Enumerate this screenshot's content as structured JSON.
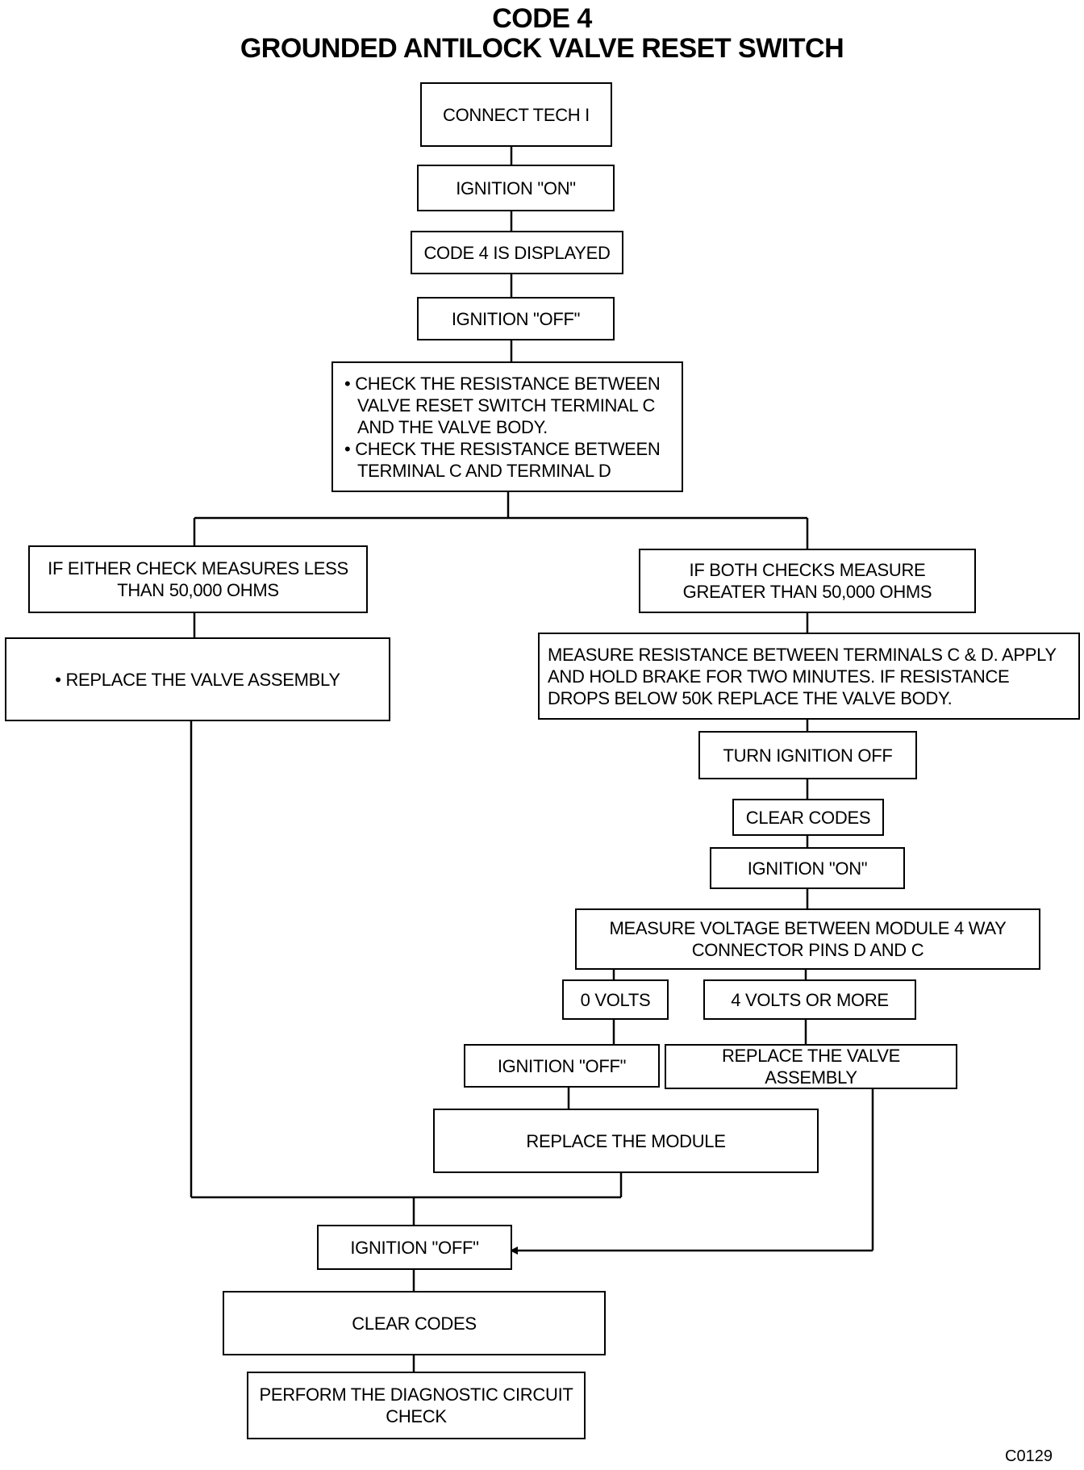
{
  "title": {
    "line1": "CODE 4",
    "line2": "GROUNDED ANTILOCK VALVE RESET SWITCH"
  },
  "steps": {
    "connect": "CONNECT TECH I",
    "ign_on_1": "IGNITION \"ON\"",
    "code_displayed": "CODE 4 IS DISPLAYED",
    "ign_off_1": "IGNITION \"OFF\"",
    "check_bullet_1": "• CHECK THE RESISTANCE BETWEEN VALVE RESET SWITCH TERMINAL C AND THE VALVE BODY.",
    "check_bullet_2": "• CHECK THE RESISTANCE BETWEEN TERMINAL C AND TERMINAL D",
    "either_less": "IF EITHER CHECK MEASURES LESS THAN 50,000 OHMS",
    "replace_valve_left": "• REPLACE THE VALVE ASSEMBLY",
    "both_greater": "IF BOTH CHECKS MEASURE GREATER THAN 50,000 OHMS",
    "measure_resistance": "MEASURE RESISTANCE BETWEEN TERMINALS C & D. APPLY AND HOLD BRAKE FOR TWO MINUTES. IF RESISTANCE DROPS BELOW 50K REPLACE THE VALVE BODY.",
    "turn_ign_off": "TURN IGNITION OFF",
    "clear_codes_1": "CLEAR CODES",
    "ign_on_2": "IGNITION \"ON\"",
    "measure_voltage": "MEASURE VOLTAGE BETWEEN MODULE 4 WAY CONNECTOR PINS D AND C",
    "zero_volts": "0 VOLTS",
    "four_volts": "4 VOLTS OR MORE",
    "ign_off_2": "IGNITION \"OFF\"",
    "replace_valve_right": "REPLACE THE VALVE ASSEMBLY",
    "replace_module": "REPLACE THE MODULE",
    "ign_off_3": "IGNITION \"OFF\"",
    "clear_codes_2": "CLEAR CODES",
    "perform_check": "PERFORM THE DIAGNOSTIC CIRCUIT CHECK"
  },
  "figure_code": "C0129"
}
